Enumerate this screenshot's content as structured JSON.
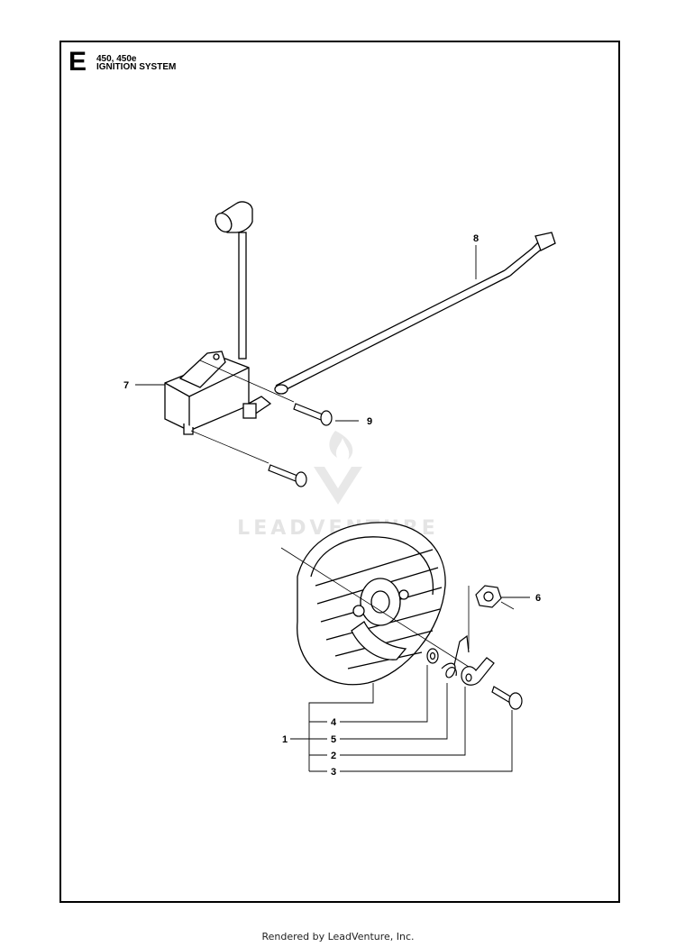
{
  "header": {
    "section_letter": "E",
    "model": "450, 450e",
    "title": "IGNITION SYSTEM"
  },
  "watermark": {
    "text": "LEADVENTURE"
  },
  "callouts": [
    {
      "id": "c1",
      "label": "1"
    },
    {
      "id": "c2",
      "label": "2"
    },
    {
      "id": "c3",
      "label": "3"
    },
    {
      "id": "c4",
      "label": "4"
    },
    {
      "id": "c5",
      "label": "5"
    },
    {
      "id": "c6",
      "label": "6"
    },
    {
      "id": "c7",
      "label": "7"
    },
    {
      "id": "c8",
      "label": "8"
    },
    {
      "id": "c9",
      "label": "9"
    }
  ],
  "footer": {
    "text": "Rendered by LeadVenture, Inc."
  }
}
